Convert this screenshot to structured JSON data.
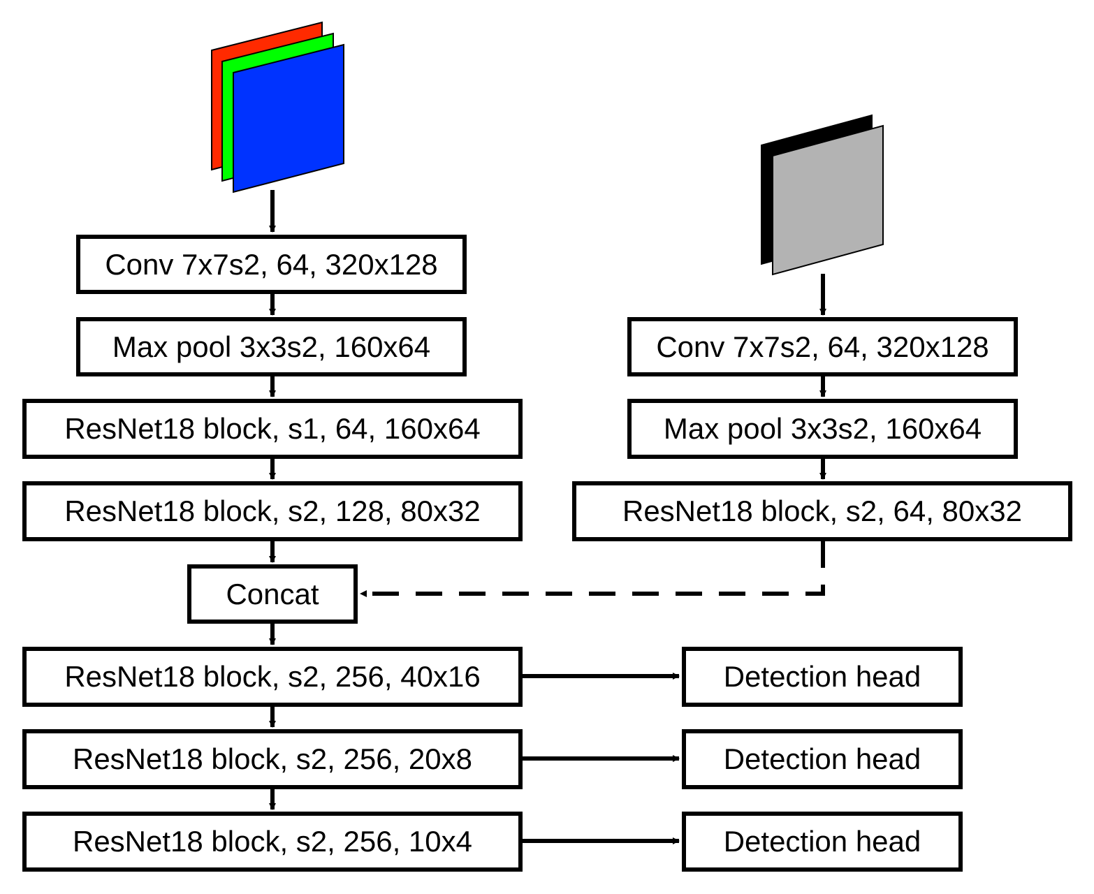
{
  "left_branch": {
    "input_colors": [
      "#ff2a00",
      "#00ff00",
      "#0033ff"
    ],
    "conv": "Conv 7x7s2, 64, 320x128",
    "pool": "Max pool 3x3s2, 160x64",
    "block1": "ResNet18 block, s1, 64, 160x64",
    "block2": "ResNet18 block, s2, 128, 80x32",
    "concat": "Concat",
    "block3": "ResNet18 block, s2, 256, 40x16",
    "block4": "ResNet18 block, s2, 256, 20x8",
    "block5": "ResNet18 block, s2, 256, 10x4"
  },
  "right_branch": {
    "input_colors": [
      "#000000",
      "#b3b3b3"
    ],
    "conv": "Conv 7x7s2, 64, 320x128",
    "pool": "Max pool 3x3s2, 160x64",
    "block": "ResNet18 block, s2, 64, 80x32"
  },
  "heads": [
    "Detection head",
    "Detection head",
    "Detection head"
  ]
}
